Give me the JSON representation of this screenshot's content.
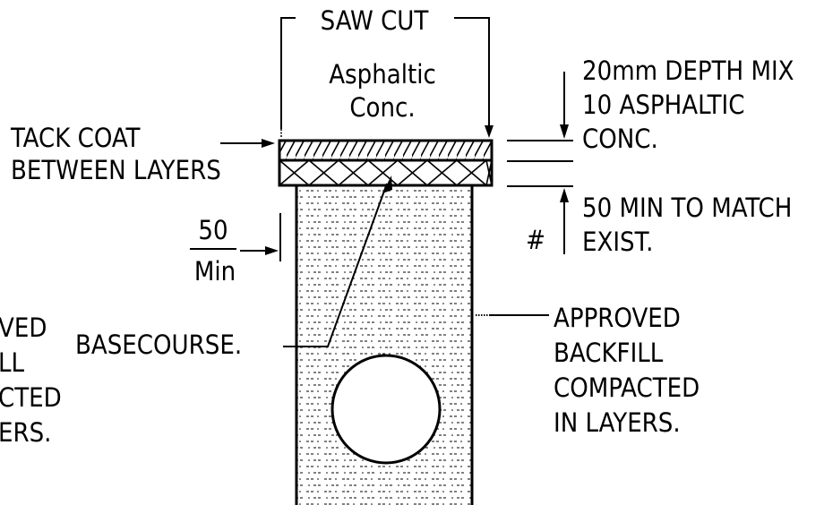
{
  "labels": {
    "saw_cut": "SAW CUT",
    "asphaltic_line1": "Asphaltic",
    "asphaltic_line2": "Conc.",
    "depth_mix_line1": "20mm DEPTH MIX",
    "depth_mix_line2": "10 ASPHALTIC",
    "depth_mix_line3": "CONC.",
    "tack_coat_line1": "TACK COAT",
    "tack_coat_line2": "BETWEEN LAYERS",
    "fifty": "50",
    "min": "Min",
    "match_line1": "50 MIN TO MATCH",
    "match_line2": "EXIST.",
    "hash": "#",
    "basecourse": "BASECOURSE.",
    "right_backfill_line1": "APPROVED",
    "right_backfill_line2": "BACKFILL",
    "right_backfill_line3": "COMPACTED",
    "right_backfill_line4": "IN LAYERS.",
    "left_backfill_line1": "VED",
    "left_backfill_line2": "LL",
    "left_backfill_line3": "CTED",
    "left_backfill_line4": "ERS."
  }
}
